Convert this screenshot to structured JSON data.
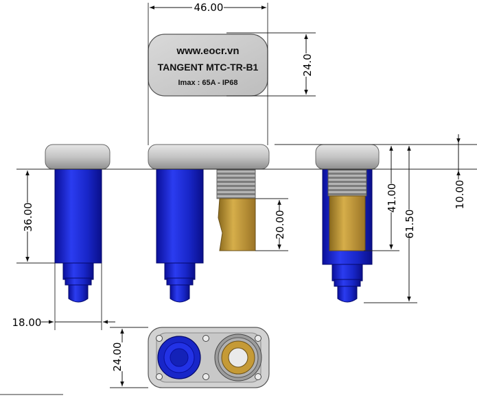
{
  "label": {
    "line1": "www.eocr.vn",
    "line2": "TANGENT MTC-TR-B1",
    "line3": "Imax : 65A - IP68"
  },
  "dimensions": {
    "top_width": "46.00",
    "top_height": "24.0",
    "cap_height": "10.00",
    "body_height": "41.00",
    "total_height": "61.50",
    "pin_height": "36.00",
    "pin_diameter": "18.00",
    "insert_height": "20.00",
    "base_height": "24.00"
  },
  "colors": {
    "cap_gray": "#bcbcbc",
    "body_blue": "#1d2bd6",
    "brass": "#c59a36",
    "thread": "#9a9a9a",
    "base_gray": "#cfcfcf"
  }
}
